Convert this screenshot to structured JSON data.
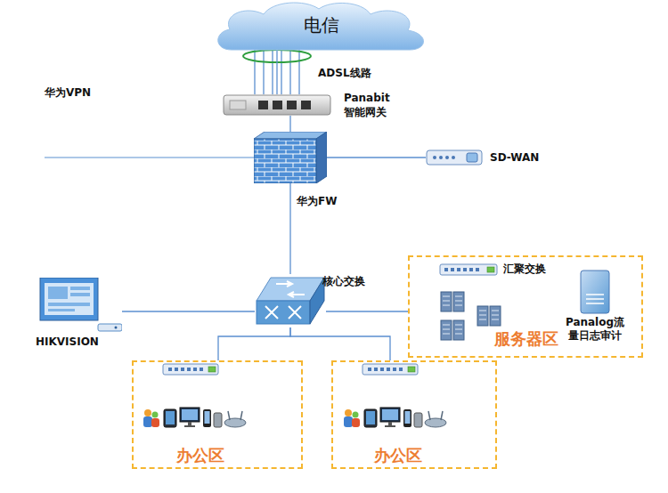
{
  "diagram": {
    "nodes": [
      {
        "text": [
          "电信"
        ]
      },
      {
        "text": [
          "Panabit 智能网关"
        ]
      },
      {
        "text": [
          "华为FW"
        ]
      },
      {
        "text": [
          "SD-WAN"
        ]
      },
      {
        "text": [
          "核心交换"
        ]
      },
      {
        "text": [
          "HIKVISION"
        ]
      },
      {
        "text": [
          "服务器区"
        ]
      },
      {
        "text": [
          "汇聚交换"
        ],
        "in": 6
      },
      {
        "text": [
          "Panalog流量日志审计"
        ],
        "in": 6
      },
      {
        "text": [
          "办公区"
        ]
      },
      {
        "text": [
          "办公区"
        ]
      }
    ],
    "edges": [
      {
        "from": 0,
        "to": 1,
        "label": "ADSL线路",
        "arrow": "none"
      },
      {
        "from": 1,
        "to": 2,
        "arrow": "none"
      },
      {
        "from": 2,
        "to": 3,
        "arrow": "none"
      },
      {
        "from": 2,
        "to": 4,
        "arrow": "none"
      },
      {
        "from": 4,
        "to": 5,
        "arrow": "none"
      },
      {
        "from": 4,
        "to": 6,
        "arrow": "none"
      },
      {
        "from": 4,
        "to": 9,
        "arrow": "none"
      },
      {
        "from": 4,
        "to": 10,
        "arrow": "none"
      }
    ],
    "labels": [
      "华为VPN"
    ]
  }
}
